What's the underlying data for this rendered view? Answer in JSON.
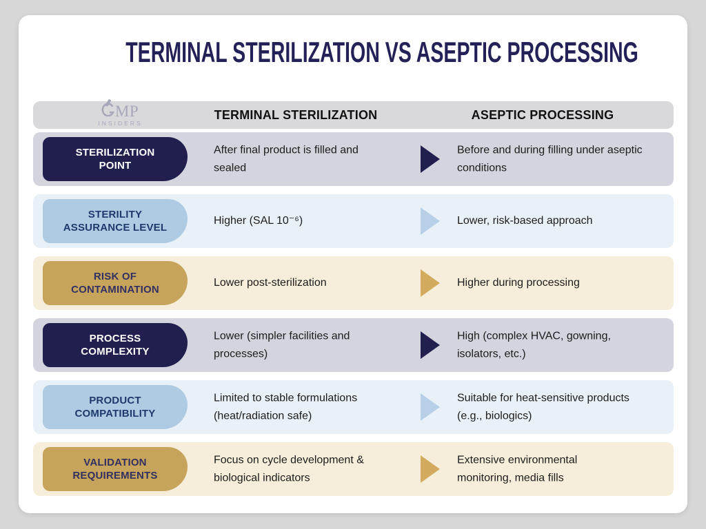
{
  "page": {
    "title": "TERMINAL STERILIZATION VS ASEPTIC PROCESSING"
  },
  "logo": {
    "mp": "MP",
    "insiders": "INSIDERS"
  },
  "table": {
    "columns": [
      "TERMINAL STERILIZATION",
      "ASEPTIC PROCESSING"
    ],
    "rows": [
      {
        "label": "STERILIZATION\nPOINT",
        "theme": "navy",
        "terminal": "After final product is filled and\nsealed",
        "aseptic": "Before and during filling under aseptic\nconditions"
      },
      {
        "label": "STERILITY\nASSURANCE LEVEL",
        "theme": "blue",
        "terminal": "Higher (SAL 10⁻⁶)",
        "aseptic": "Lower, risk-based approach"
      },
      {
        "label": "RISK OF\nCONTAMINATION",
        "theme": "gold",
        "terminal": "Lower post-sterilization",
        "aseptic": "Higher during processing"
      },
      {
        "label": "PROCESS\nCOMPLEXITY",
        "theme": "navy",
        "terminal": "Lower (simpler facilities and\nprocesses)",
        "aseptic": "High (complex HVAC, gowning,\nisolators, etc.)"
      },
      {
        "label": "PRODUCT\nCOMPATIBILITY",
        "theme": "blue",
        "terminal": "Limited to stable formulations\n(heat/radiation safe)",
        "aseptic": "Suitable for heat-sensitive products\n(e.g., biologics)"
      },
      {
        "label": "VALIDATION\nREQUIREMENTS",
        "theme": "gold",
        "terminal": "Focus on cycle development &\nbiological indicators",
        "aseptic": "Extensive environmental\nmonitoring, media fills"
      }
    ]
  },
  "colors": {
    "page_bg": "#d7d7d7",
    "card_bg": "#ffffff",
    "title": "#232157",
    "header_bar_bg": "#d9d9dc",
    "header_text": "#111111",
    "logo": "#a6a6ba",
    "body_text": "#1c1c1c",
    "navy_pill": "#211f4e",
    "navy_pill_text": "#ffffff",
    "navy_row_bg": "#d4d4de",
    "navy_arrow": "#211f4e",
    "blue_pill": "#aecbe3",
    "blue_pill_text": "#1d3a6b",
    "blue_row_bg": "#e9f1f8",
    "blue_arrow": "#b7cfe7",
    "gold_pill": "#c7a45c",
    "gold_pill_text": "#323061",
    "gold_row_bg": "#f6eedb",
    "gold_arrow": "#d2ab5f"
  }
}
